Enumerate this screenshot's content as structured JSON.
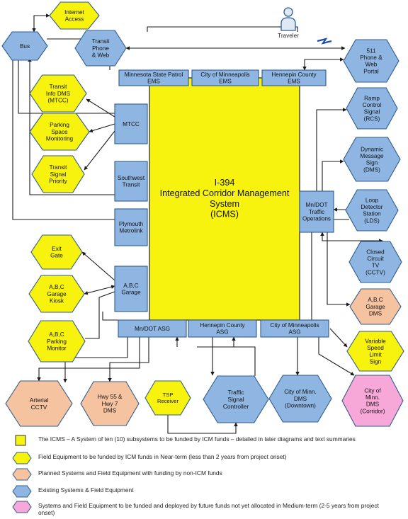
{
  "colors": {
    "yellow": "#f7f20e",
    "blue": "#8fb6e3",
    "orange": "#f6c3a0",
    "pink": "#f7a7d8",
    "border_blue": "#2d5c8c",
    "line": "#1a1a1a"
  },
  "center": {
    "lines": [
      "I-394",
      "Integrated Corridor Management",
      "System",
      "(ICMS)"
    ]
  },
  "nodes": {
    "internet": [
      "Internet",
      "Access"
    ],
    "bus": [
      "Bus"
    ],
    "traveler": [
      "Traveler"
    ],
    "transit_phone": [
      "Transit",
      "Phone",
      "& Web"
    ],
    "phone511": [
      "511",
      "Phone &",
      "Web",
      "Portal"
    ],
    "transit_dms": [
      "Transit",
      "Info DMS",
      "(MTCC)"
    ],
    "parking": [
      "Parking",
      "Space",
      "Monitoring"
    ],
    "tsp_priority": [
      "Transit",
      "Signal",
      "Priority"
    ],
    "exit_gate": [
      "Exit",
      "Gate"
    ],
    "garage_kiosk": [
      "A,B,C",
      "Garage",
      "Kiosk"
    ],
    "parking_monitor": [
      "A,B,C",
      "Parking",
      "Monitor"
    ],
    "rcs": [
      "Ramp",
      "Control",
      "Signal",
      "(RCS)"
    ],
    "dms": [
      "Dynamic",
      "Message",
      "Sign",
      "(DMS)"
    ],
    "lds": [
      "Loop",
      "Detector",
      "Station",
      "(LDS)"
    ],
    "cctv": [
      "Closed",
      "Circuit",
      "TV",
      "(CCTV)"
    ],
    "garage_dms": [
      "A,B,C",
      "Garage",
      "DMS"
    ],
    "vsl": [
      "Variable",
      "Speed",
      "Limit",
      "Sign"
    ],
    "arterial_cctv": [
      "Arterial",
      "CCTV"
    ],
    "hwy_dms": [
      "Hwy 55 &",
      "Hwy 7",
      "DMS"
    ],
    "tsp_receiver": [
      "TSP",
      "Receiver"
    ],
    "tsc": [
      "Traffic",
      "Signal",
      "Controller"
    ],
    "dms_downtown": [
      "City of Minn.",
      "DMS",
      "(Downtown)"
    ],
    "dms_corridor": [
      "City of",
      "Minn.",
      "DMS",
      "(Corridor)"
    ]
  },
  "boxes": {
    "msp": [
      "Minnesota State Patrol",
      "EMS"
    ],
    "com_ems": [
      "City of Minneapolis",
      "EMS"
    ],
    "hc_ems": [
      "Hennepin County",
      "EMS"
    ],
    "mtcc": [
      "MTCC"
    ],
    "swt": [
      "Southwest",
      "Transit"
    ],
    "plymouth": [
      "Plymouth",
      "Metrolink"
    ],
    "garage": [
      "A,B,C",
      "Garage"
    ],
    "mndot_ops": [
      "Mn/DOT",
      "Traffic",
      "Operations"
    ],
    "mndot_asg": [
      "Mn/DOT ASG"
    ],
    "hc_asg": [
      "Hennepin County",
      "ASG"
    ],
    "com_asg": [
      "City of Minneapolis",
      "ASG"
    ]
  },
  "legend": [
    {
      "shape": "square",
      "color": "#f7f20e",
      "text": "The ICMS – A System of ten (10) subsystems to be funded by ICM funds – detailed in later diagrams and text summaries"
    },
    {
      "shape": "hex",
      "color": "#f7f20e",
      "text": "Field Equipment to be funded by ICM funds in Near-term (less than 2 years from project onset)"
    },
    {
      "shape": "hex",
      "color": "#f6c3a0",
      "text": "Planned Systems and Field Equipment with funding by non-ICM funds"
    },
    {
      "shape": "hex",
      "color": "#8fb6e3",
      "text": "Existing Systems & Field Equipment"
    },
    {
      "shape": "hex",
      "color": "#f7a7d8",
      "text": "Systems and Field Equipment to be funded and deployed by future funds not yet allocated  in Medium-term (2-5 years from project onset)"
    }
  ]
}
